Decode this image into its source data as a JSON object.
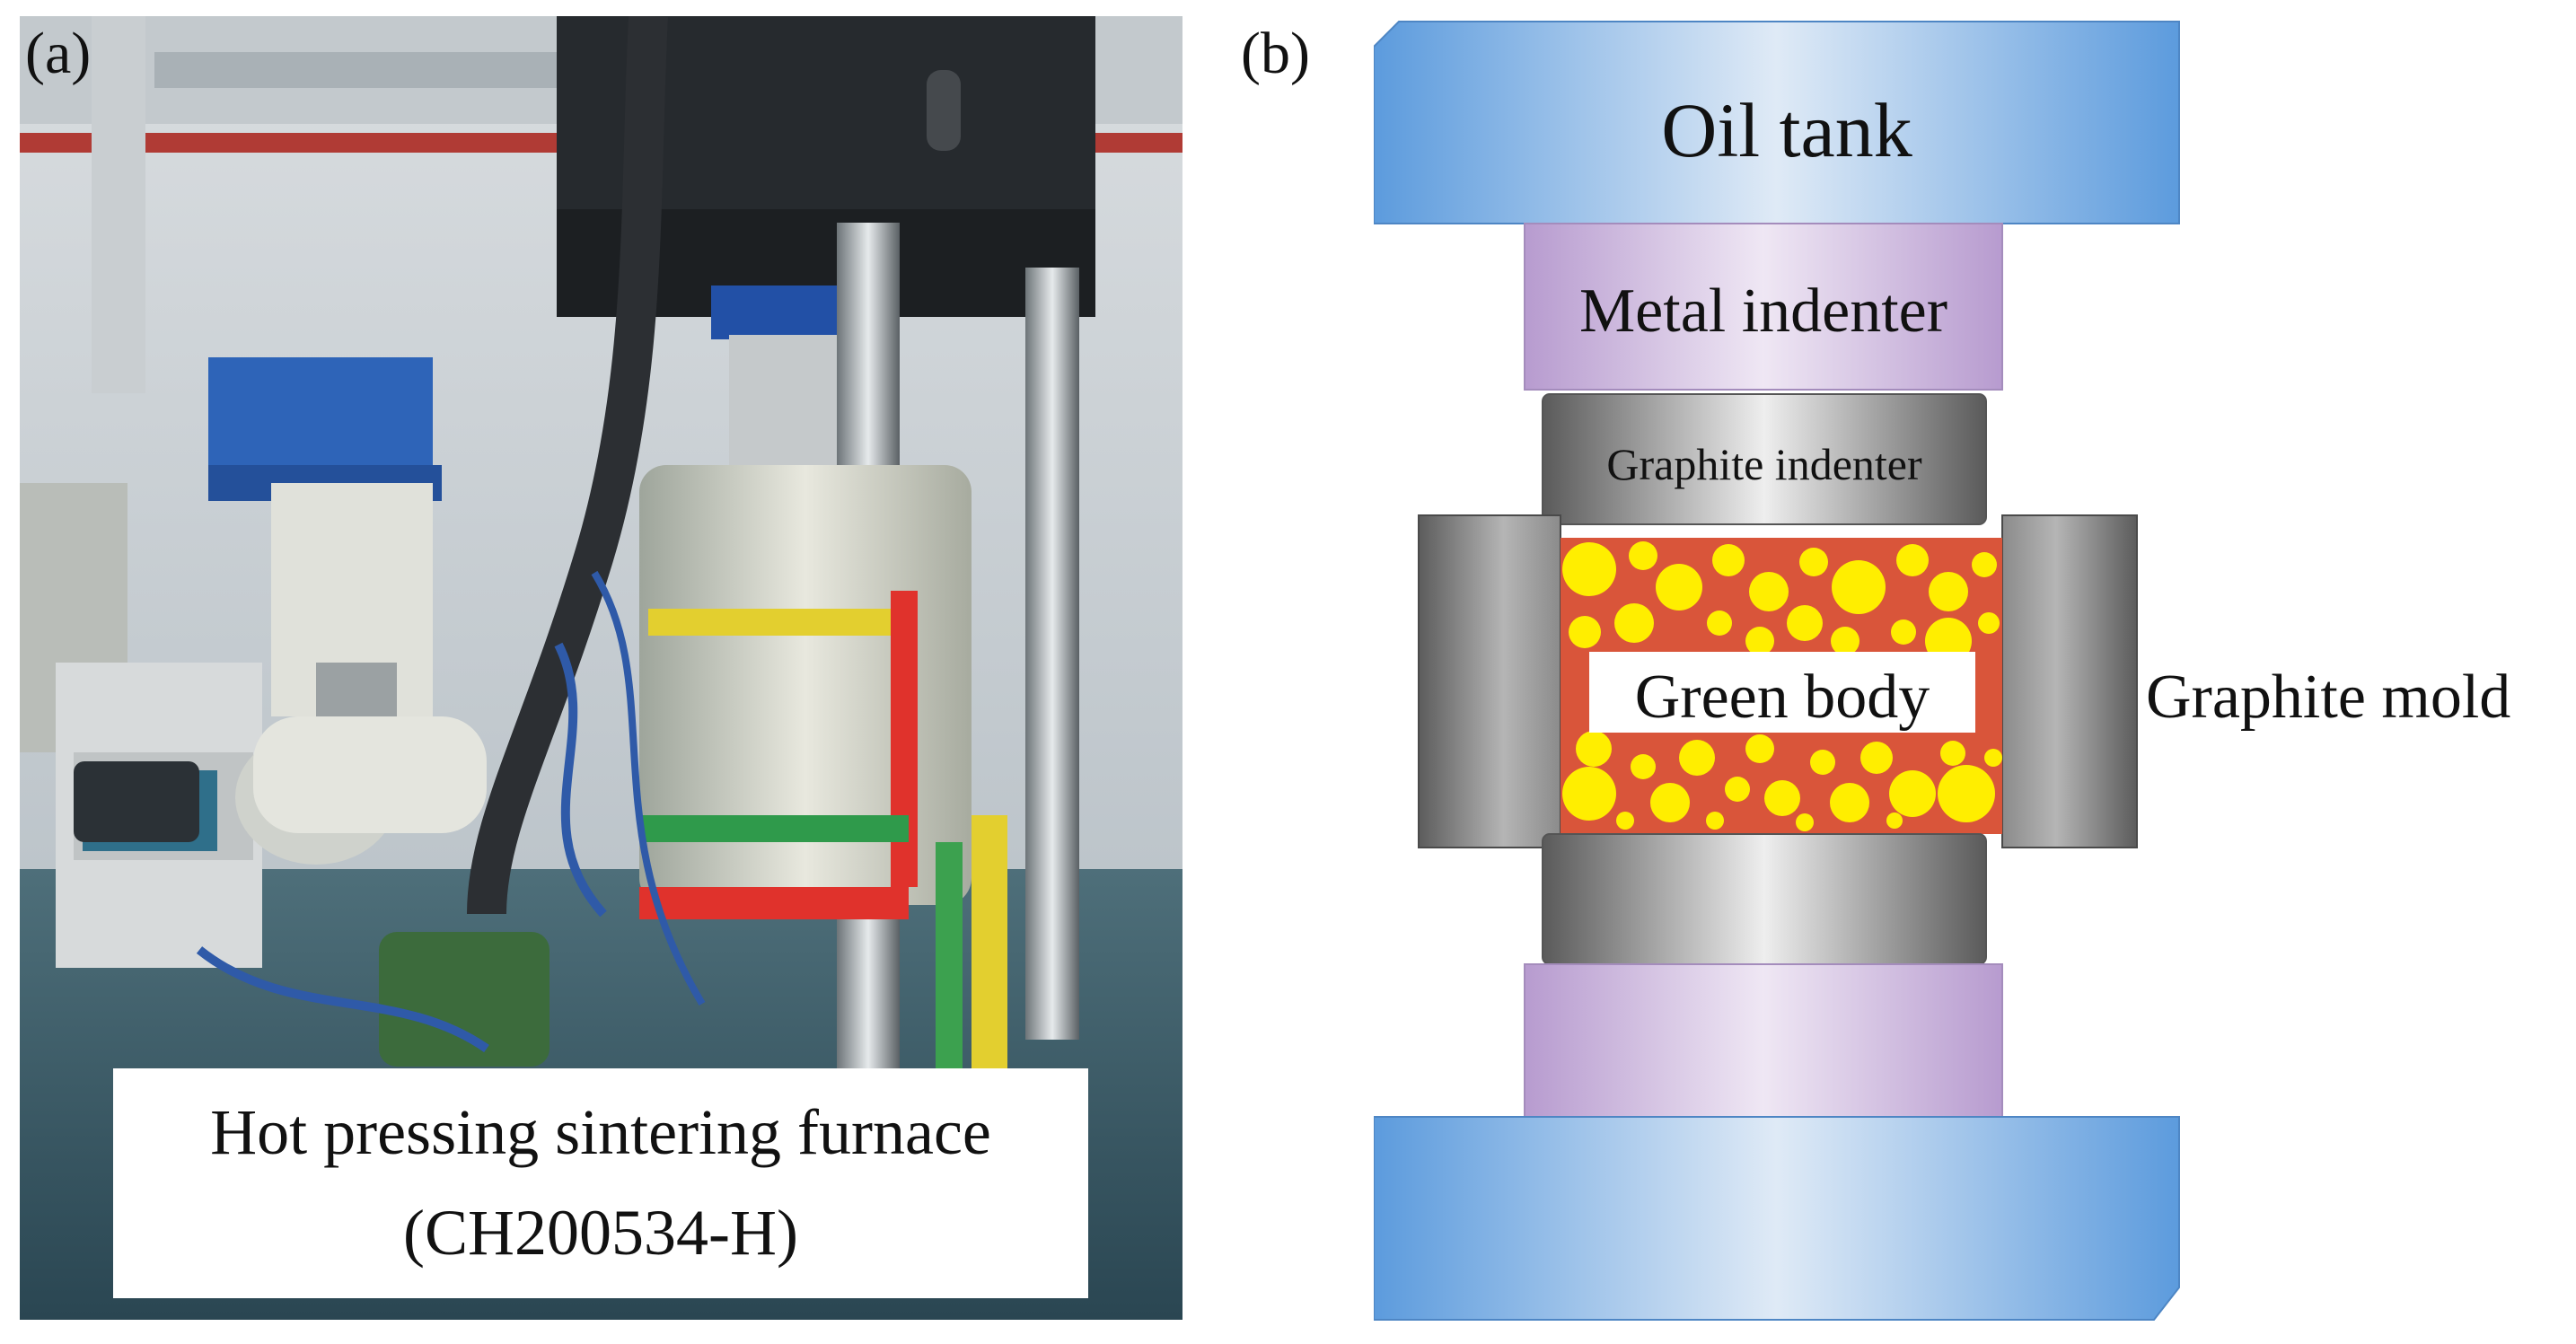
{
  "panels": {
    "a": {
      "label": "(a)",
      "caption_line1": "Hot pressing sintering furnace",
      "caption_line2": "(CH200534-H)"
    },
    "b": {
      "label": "(b)",
      "oil_tank": "Oil tank",
      "metal_indenter": "Metal indenter",
      "graphite_indenter": "Graphite indenter",
      "green_body": "Green body",
      "graphite_mold": "Graphite mold"
    }
  },
  "colors": {
    "oil_tank": "#7fb2e5",
    "metal_indenter": "#c9b3d9",
    "graphite": "#7a7a7a",
    "green_body_matrix": "#d9553a",
    "particles": "#ffee00"
  }
}
